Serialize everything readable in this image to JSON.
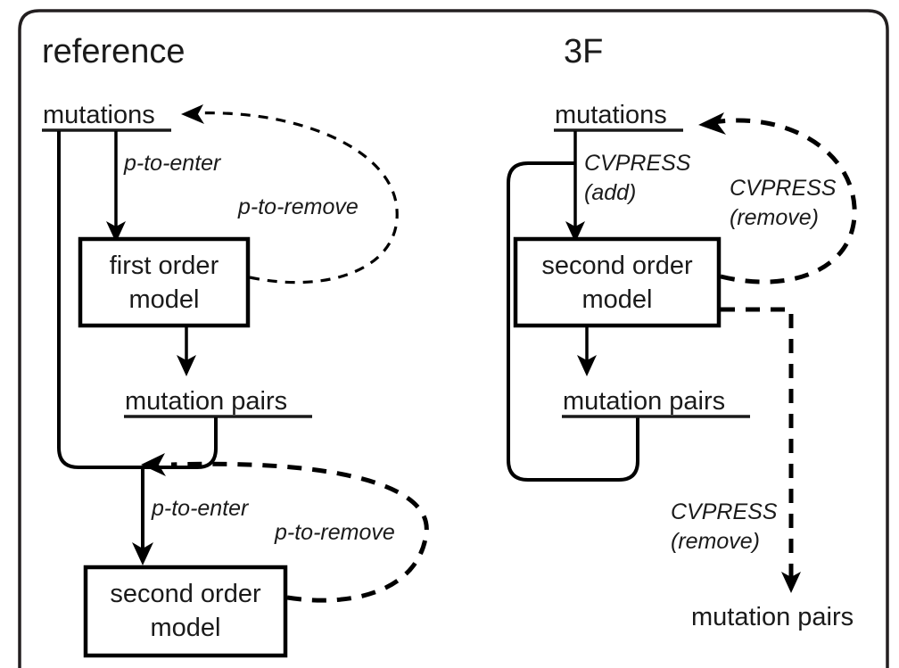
{
  "figure": {
    "type": "flow-diagram",
    "panels": [
      {
        "id": "reference",
        "title": "reference",
        "nodes": {
          "mutations": "mutations",
          "first_order_model_line1": "first order",
          "first_order_model_line2": "model",
          "mutation_pairs": "mutation pairs",
          "second_order_model_line1": "second order",
          "second_order_model_line2": "model"
        },
        "edge_labels": {
          "enter_top": "p-to-enter",
          "remove_top": "p-to-remove",
          "enter_bottom": "p-to-enter",
          "remove_bottom": "p-to-remove"
        }
      },
      {
        "id": "3F",
        "title": "3F",
        "nodes": {
          "mutations": "mutations",
          "second_order_model_line1": "second order",
          "second_order_model_line2": "model",
          "mutation_pairs": "mutation pairs",
          "mutation_pairs_output": "mutation pairs"
        },
        "edge_labels": {
          "add_line1": "CVPRESS",
          "add_line2": "(add)",
          "remove_top_line1": "CVPRESS",
          "remove_top_line2": "(remove)",
          "remove_bottom_line1": "CVPRESS",
          "remove_bottom_line2": "(remove)"
        }
      }
    ],
    "colors": {
      "ink": "#1a1a1a",
      "stroke": "#000000",
      "frame": "#231f20",
      "background": "#ffffff"
    }
  }
}
